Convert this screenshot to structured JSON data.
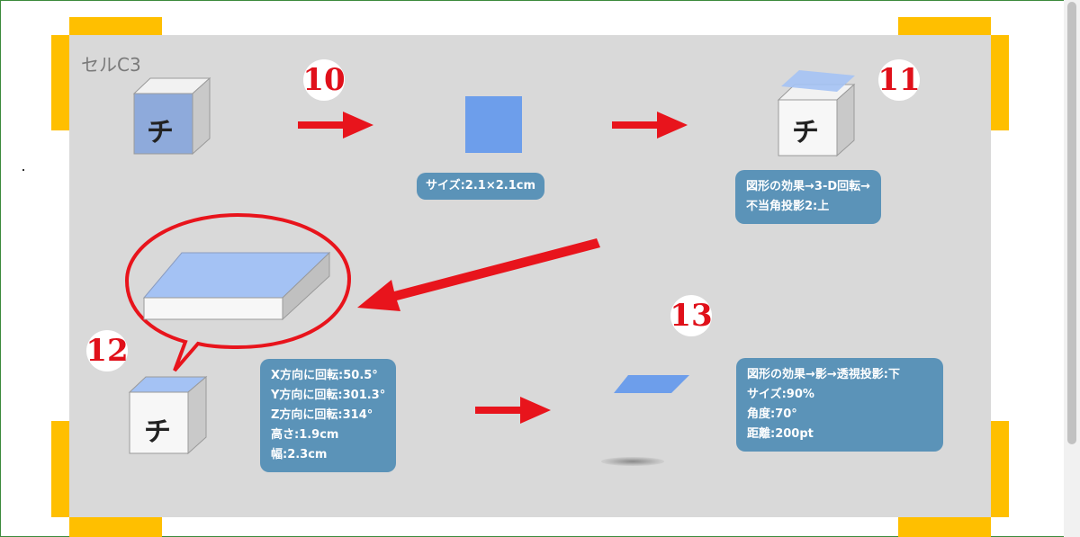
{
  "cell_label": "セルC3",
  "steps": {
    "s10": "10",
    "s11": "11",
    "s12": "12",
    "s13": "13"
  },
  "cube_glyph": "チ",
  "size_box": {
    "text": "サイズ:2.1×2.1cm"
  },
  "effect_3d_box": {
    "line1": "図形の効果→3-D回転→",
    "line2": "不当角投影2:上"
  },
  "rotation_box": {
    "lines": [
      "X方向に回転:50.5°",
      "Y方向に回転:301.3°",
      "Z方向に回転:314°",
      "高さ:1.9cm",
      "幅:2.3cm"
    ]
  },
  "shadow_box": {
    "lines": [
      "図形の効果→影→透視投影:下",
      "サイズ:90%",
      "角度:70°",
      "距離:200pt"
    ]
  },
  "colors": {
    "slide_bg": "#d9d9d9",
    "corner_accent": "#ffbf00",
    "arrow_red": "#e8141c",
    "info_box": "#5b93b8",
    "shape_blue": "#6d9eeb",
    "light_blue": "#a4c2f4"
  }
}
